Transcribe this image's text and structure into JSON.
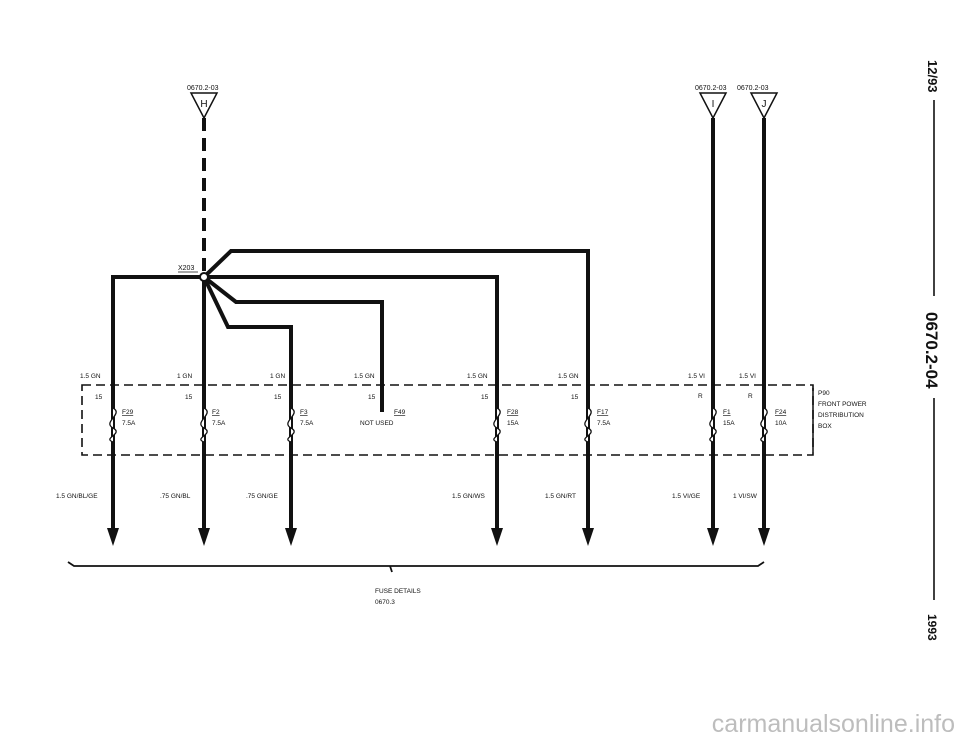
{
  "connectors": {
    "h": {
      "ref": "0670.2-03",
      "letter": "H"
    },
    "i": {
      "ref": "0670.2-03",
      "letter": "I"
    },
    "j": {
      "ref": "0670.2-03",
      "letter": "J"
    }
  },
  "splice": {
    "label": "X203"
  },
  "box": {
    "id": "P90",
    "name_line1": "FRONT POWER",
    "name_line2": "DISTRIBUTION",
    "name_line3": "BOX"
  },
  "fuses": [
    {
      "in_wire": "1.5 GN",
      "terminal": "15",
      "name": "F29",
      "rating": "7.5A",
      "out_wire": "1.5 GN/BL/GE"
    },
    {
      "in_wire": "1 GN",
      "terminal": "15",
      "name": "F2",
      "rating": "7.5A",
      "out_wire": ".75 GN/BL"
    },
    {
      "in_wire": "1 GN",
      "terminal": "15",
      "name": "F3",
      "rating": "7.5A",
      "out_wire": ".75 GN/GE"
    },
    {
      "in_wire": "1.5 GN",
      "terminal": "15",
      "name": "F49",
      "rating": "NOT USED",
      "out_wire": ""
    },
    {
      "in_wire": "1.5 GN",
      "terminal": "15",
      "name": "F28",
      "rating": "15A",
      "out_wire": "1.5 GN/WS"
    },
    {
      "in_wire": "1.5 GN",
      "terminal": "15",
      "name": "F17",
      "rating": "7.5A",
      "out_wire": "1.5 GN/RT"
    },
    {
      "in_wire": "1.5 VI",
      "terminal": "R",
      "name": "F1",
      "rating": "15A",
      "out_wire": "1.5 VI/GE"
    },
    {
      "in_wire": "1.5 VI",
      "terminal": "R",
      "name": "F24",
      "rating": "10A",
      "out_wire": "1 VI/SW"
    }
  ],
  "footer": {
    "line1": "FUSE DETAILS",
    "line2": "0670.3"
  },
  "sidebar": {
    "date": "12/93",
    "doc": "0670.2-04",
    "year": "1993"
  },
  "watermark": "carmanualsonline.info"
}
